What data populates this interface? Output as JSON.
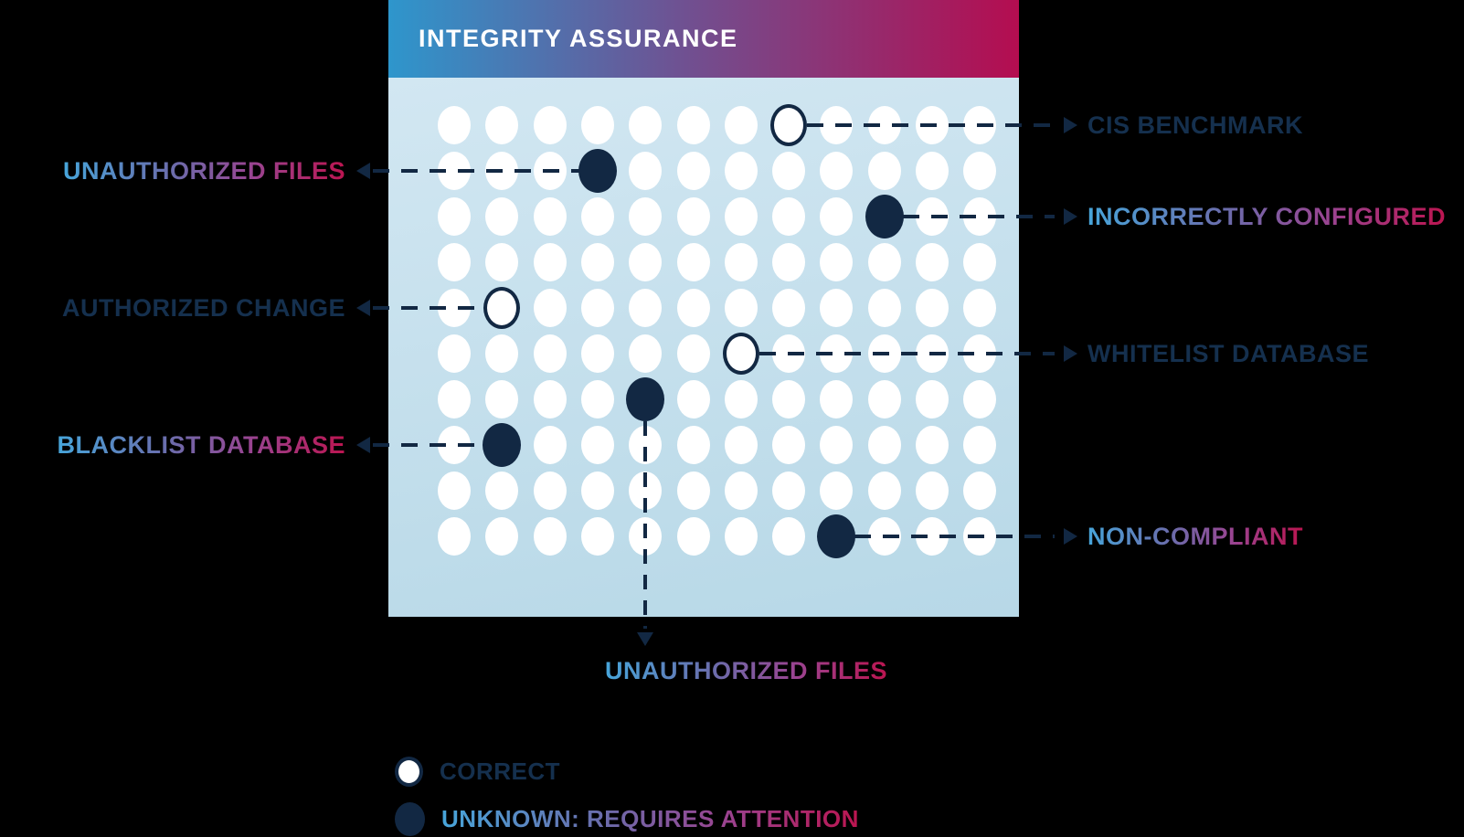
{
  "title": "INTEGRITY ASSURANCE",
  "grid": {
    "rows": 10,
    "columns": 12
  },
  "callouts": [
    {
      "label": "CIS BENCHMARK",
      "style": "navy",
      "side": "right",
      "row": 0,
      "col": 7,
      "marker": "correct"
    },
    {
      "label": "UNAUTHORIZED FILES",
      "style": "gradient",
      "side": "left",
      "row": 1,
      "col": 3,
      "marker": "unknown"
    },
    {
      "label": "INCORRECTLY CONFIGURED",
      "style": "gradient",
      "side": "right",
      "row": 2,
      "col": 9,
      "marker": "unknown"
    },
    {
      "label": "AUTHORIZED CHANGE",
      "style": "navy",
      "side": "left",
      "row": 4,
      "col": 1,
      "marker": "correct"
    },
    {
      "label": "WHITELIST DATABASE",
      "style": "navy",
      "side": "right",
      "row": 5,
      "col": 6,
      "marker": "correct"
    },
    {
      "label": "UNAUTHORIZED FILES",
      "style": "gradient",
      "side": "bottom",
      "row": 6,
      "col": 4,
      "marker": "unknown"
    },
    {
      "label": "BLACKLIST DATABASE",
      "style": "gradient",
      "side": "left",
      "row": 7,
      "col": 1,
      "marker": "unknown"
    },
    {
      "label": "NON-COMPLIANT",
      "style": "gradient",
      "side": "right",
      "row": 9,
      "col": 8,
      "marker": "unknown"
    }
  ],
  "legend": [
    {
      "type": "correct",
      "label": "CORRECT"
    },
    {
      "type": "unknown",
      "label": "UNKNOWN: REQUIRES ATTENTION"
    }
  ],
  "colors": {
    "background": "#000000",
    "dot_white": "#ffffff",
    "navy": "#122843",
    "label_navy": "#15304e",
    "panel_top": "#d2e7f2",
    "panel_bottom": "#b7d8e7",
    "header_blue": "#2e96cc",
    "header_purple": "#714f90",
    "header_crimson": "#b40d50",
    "gradient_text_blue": "#47a5da",
    "gradient_text_violet": "#6a6dac",
    "gradient_text_magenta": "#9a4390",
    "gradient_text_crimson": "#bb1550"
  }
}
